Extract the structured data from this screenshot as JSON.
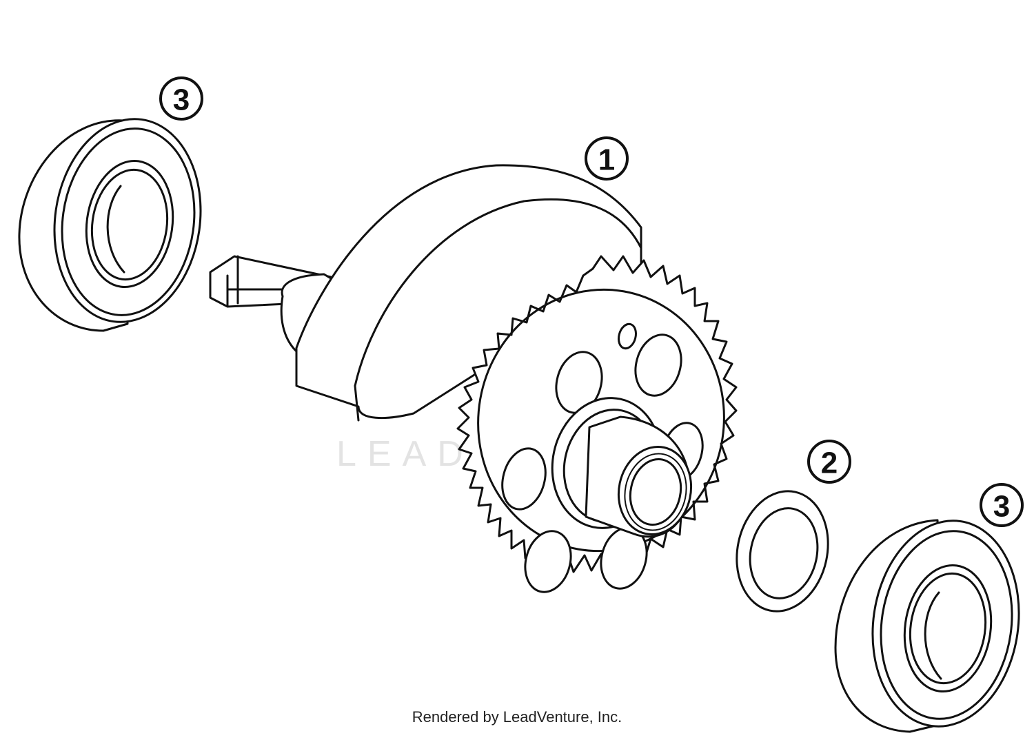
{
  "diagram": {
    "parts": [
      {
        "callout": "1"
      },
      {
        "callout": "2"
      },
      {
        "callout": "3"
      },
      {
        "callout": "3"
      }
    ],
    "watermark": "LEADVENTURE",
    "footer": "Rendered by LeadVenture, Inc."
  }
}
